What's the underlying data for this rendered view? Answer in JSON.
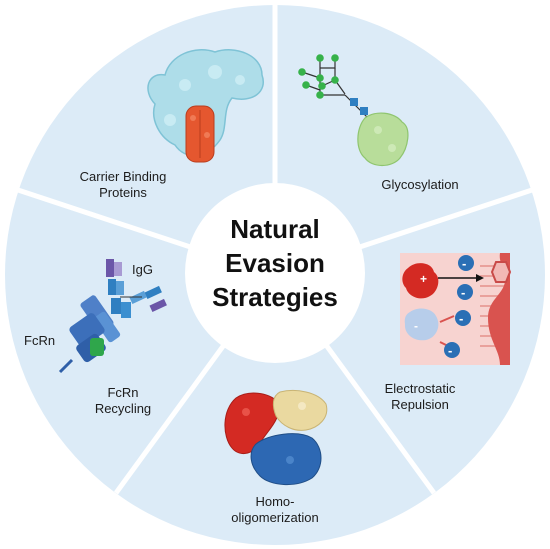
{
  "center": {
    "line1": "Natural",
    "line2": "Evasion",
    "line3": "Strategies"
  },
  "segments": [
    {
      "id": "carrier",
      "label_line1": "Carrier Binding",
      "label_line2": "Proteins"
    },
    {
      "id": "glyco",
      "label_line1": "Glycosylation",
      "label_line2": ""
    },
    {
      "id": "electro",
      "label_line1": "Electrostatic",
      "label_line2": "Repulsion"
    },
    {
      "id": "homo",
      "label_line1": "Homo-",
      "label_line2": "oligomerization"
    },
    {
      "id": "fcrn",
      "label_line1": "FcRn",
      "label_line2": "Recycling"
    }
  ],
  "annotations": {
    "igg": "IgG",
    "fcrn": "FcRn",
    "plus": "+",
    "minus": "-"
  },
  "colors": {
    "segment_fill": "#dcebf7",
    "divider": "#ffffff",
    "center_fill": "#ffffff",
    "blue_protein": "#aedde9",
    "orange_protein": "#e5572f",
    "green_glycan": "#36b24a",
    "blue_glycan": "#2f7fc1",
    "red_oligo": "#d42a23",
    "yellow_oligo": "#ead9a0",
    "blue_oligo": "#2d68b3",
    "membrane": "#f2b8b5",
    "membrane_dark": "#c94a48"
  }
}
